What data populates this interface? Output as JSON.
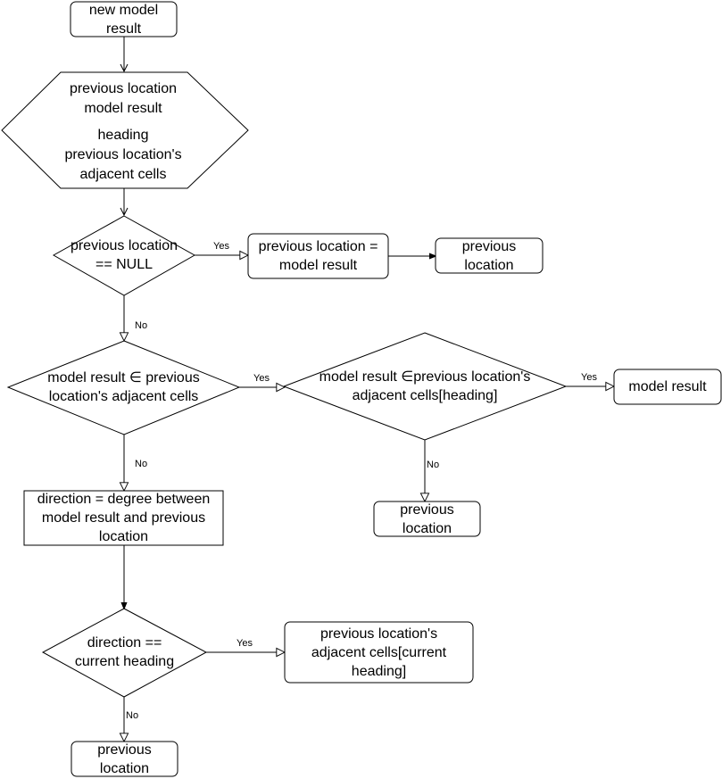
{
  "nodes": {
    "start": {
      "lines": [
        "new model",
        "result"
      ]
    },
    "inputs": {
      "lines": [
        "previous location",
        "model result",
        "heading",
        "previous location's",
        "adjacent cells"
      ]
    },
    "check_null": {
      "lines": [
        "previous location",
        "== NULL"
      ]
    },
    "assign_prev": {
      "lines": [
        "previous location =",
        "model result"
      ]
    },
    "out_prev_1": {
      "lines": [
        "previous",
        "location"
      ]
    },
    "check_adjacent": {
      "lines": [
        "model result ∈ previous",
        "location's adjacent cells"
      ]
    },
    "check_heading_cell": {
      "lines": [
        "model result ∈previous location's",
        "adjacent cells[heading]"
      ]
    },
    "out_model_result": {
      "lines": [
        "model result"
      ]
    },
    "out_prev_2": {
      "lines": [
        "previous",
        "location"
      ]
    },
    "direction_calc": {
      "lines": [
        "direction = degree between",
        "model result and previous",
        "location"
      ]
    },
    "check_direction": {
      "lines": [
        "direction ==",
        "current heading"
      ]
    },
    "out_adjacent_current": {
      "lines": [
        "previous location's",
        "adjacent cells[current",
        "heading]"
      ]
    },
    "out_prev_3": {
      "lines": [
        "previous",
        "location"
      ]
    }
  },
  "edges": {
    "null_yes": "Yes",
    "null_no": "No",
    "adjacent_yes": "Yes",
    "adjacent_no": "No",
    "heading_yes": "Yes",
    "heading_no": "No",
    "direction_yes": "Yes",
    "direction_no": "No"
  }
}
